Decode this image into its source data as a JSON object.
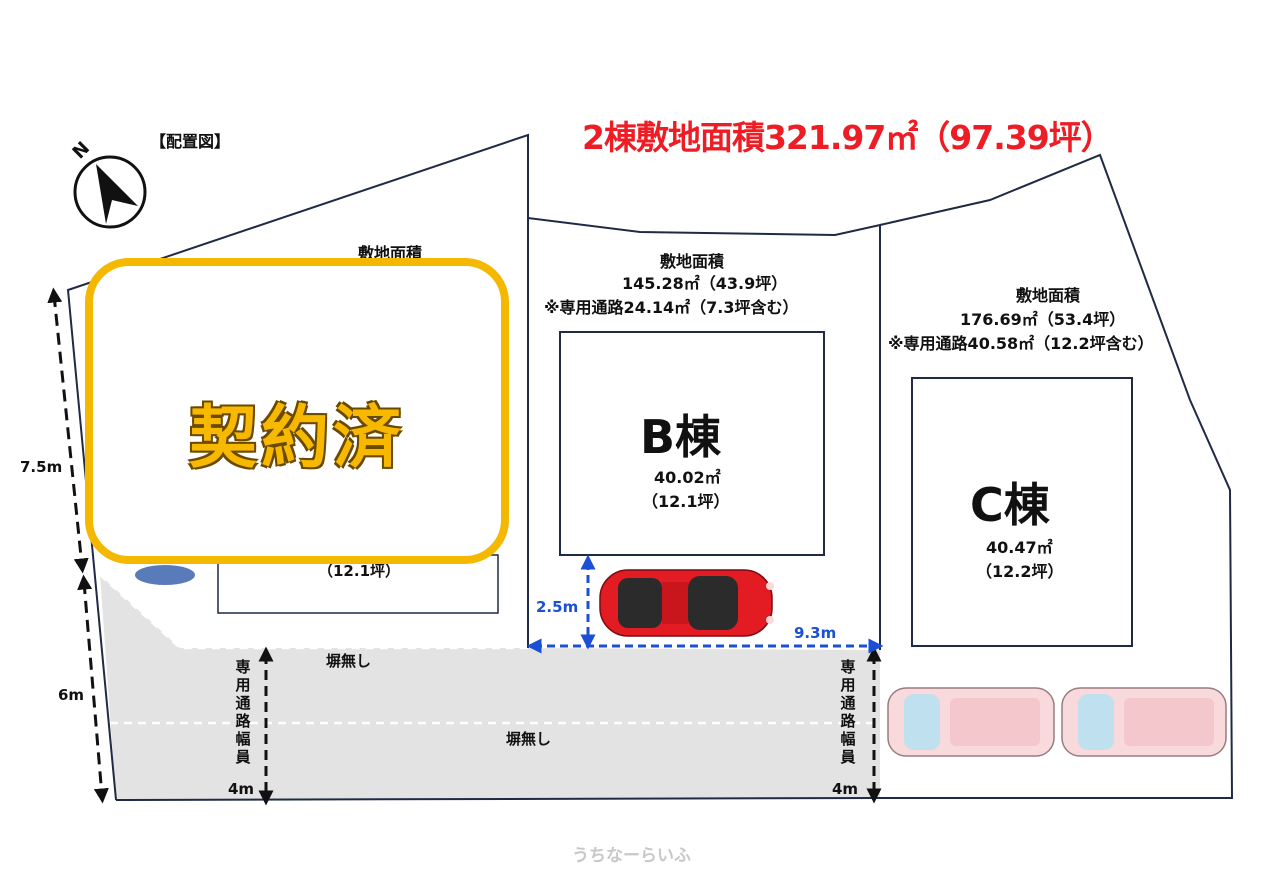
{
  "layout": {
    "title": "【配置図】",
    "north_letter": "N",
    "total_area": "2棟敷地面積321.97㎡（97.39坪）",
    "sold_stamp": "契約済",
    "obscured_label": "敷地面積",
    "obscured_house_area": "（12.1坪）",
    "colors": {
      "total_area": "#ee1c24",
      "stamp_border": "#f5b800",
      "stamp_text": "#f7b800",
      "outline": "#1f2a44",
      "dimension_blue": "#1a4fd6",
      "passage": "#e3e3e3"
    }
  },
  "lot_b": {
    "area_label": "敷地面積",
    "area": "145.28㎡（43.9坪）",
    "passage_note": "※専用通路24.14㎡（7.3坪含む）",
    "house_name": "B棟",
    "house_area": "40.02㎡",
    "house_tsubo": "（12.1坪）"
  },
  "lot_c": {
    "area_label": "敷地面積",
    "area": "176.69㎡（53.4坪）",
    "passage_note": "※専用通路40.58㎡（12.2坪含む）",
    "house_name": "C棟",
    "house_area": "40.47㎡",
    "house_tsubo": "（12.2坪）"
  },
  "dimensions": {
    "left_upper": "7.5m",
    "left_lower": "6m",
    "parking_depth": "2.5m",
    "parking_width": "9.3m",
    "passage_width_label": "専用通路幅員",
    "passage_width_value": "4m"
  },
  "passage": {
    "no_wall_1": "塀無し",
    "no_wall_2": "塀無し"
  },
  "watermark": "うちなーらいふ"
}
